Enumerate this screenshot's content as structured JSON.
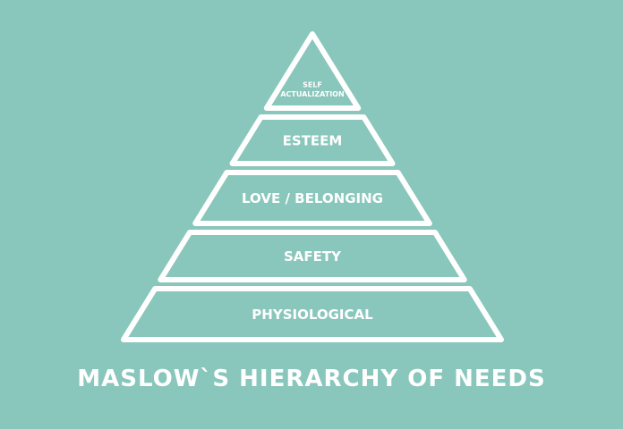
{
  "colors": {
    "background": "#89c6bc",
    "foreground": "#ffffff"
  },
  "caption": "MASLOW`S HIERARCHY OF NEEDS",
  "tiers": [
    {
      "id": "self-actualization",
      "lines": [
        "SELF",
        "ACTUALIZATION"
      ]
    },
    {
      "id": "esteem",
      "lines": [
        "ESTEEM"
      ]
    },
    {
      "id": "love-belonging",
      "lines": [
        "LOVE / BELONGING"
      ]
    },
    {
      "id": "safety",
      "lines": [
        "SAFETY"
      ]
    },
    {
      "id": "physiological",
      "lines": [
        "PHYSIOLOGICAL"
      ]
    }
  ]
}
